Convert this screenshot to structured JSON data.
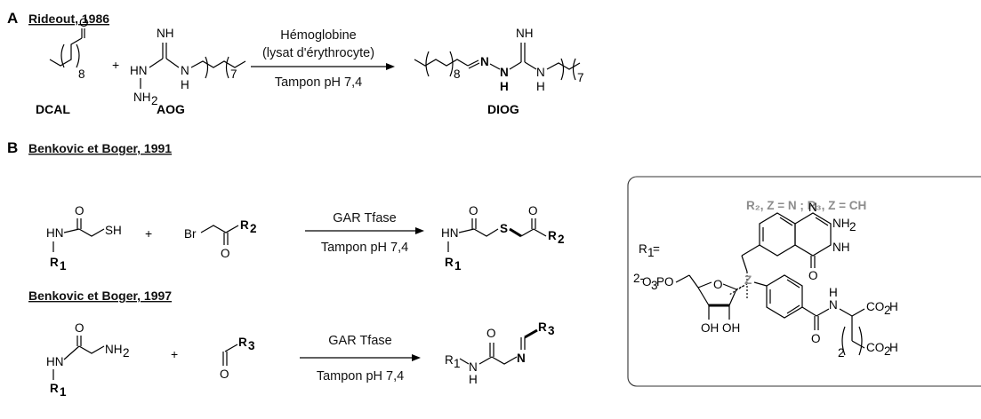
{
  "section_a": {
    "letter": "A",
    "reference": "Rideout, 1986",
    "conditions_line1": "Hémoglobine",
    "conditions_line2": "(lysat d'érythrocyte)",
    "conditions_below": "Tampon pH 7,4",
    "plus": "+",
    "compounds": {
      "left": "DCAL",
      "middle": "AOG",
      "product": "DIOG"
    }
  },
  "section_b": {
    "letter": "B",
    "reference_1991": "Benkovic et Boger, 1991",
    "reference_1997": "Benkovic et Boger, 1997",
    "enzyme_1991": "GAR Tfase",
    "buffer_1991": "Tampon pH 7,4",
    "enzyme_1997": "GAR Tfase",
    "buffer_1997": "Tampon pH 7,4",
    "plus": "+"
  },
  "legend_box": {
    "r1_label": "R",
    "r1_sub": "1",
    "r1_eq": " =",
    "r2r3_heading": "R₂, Z = N ; R₃, Z = CH"
  }
}
